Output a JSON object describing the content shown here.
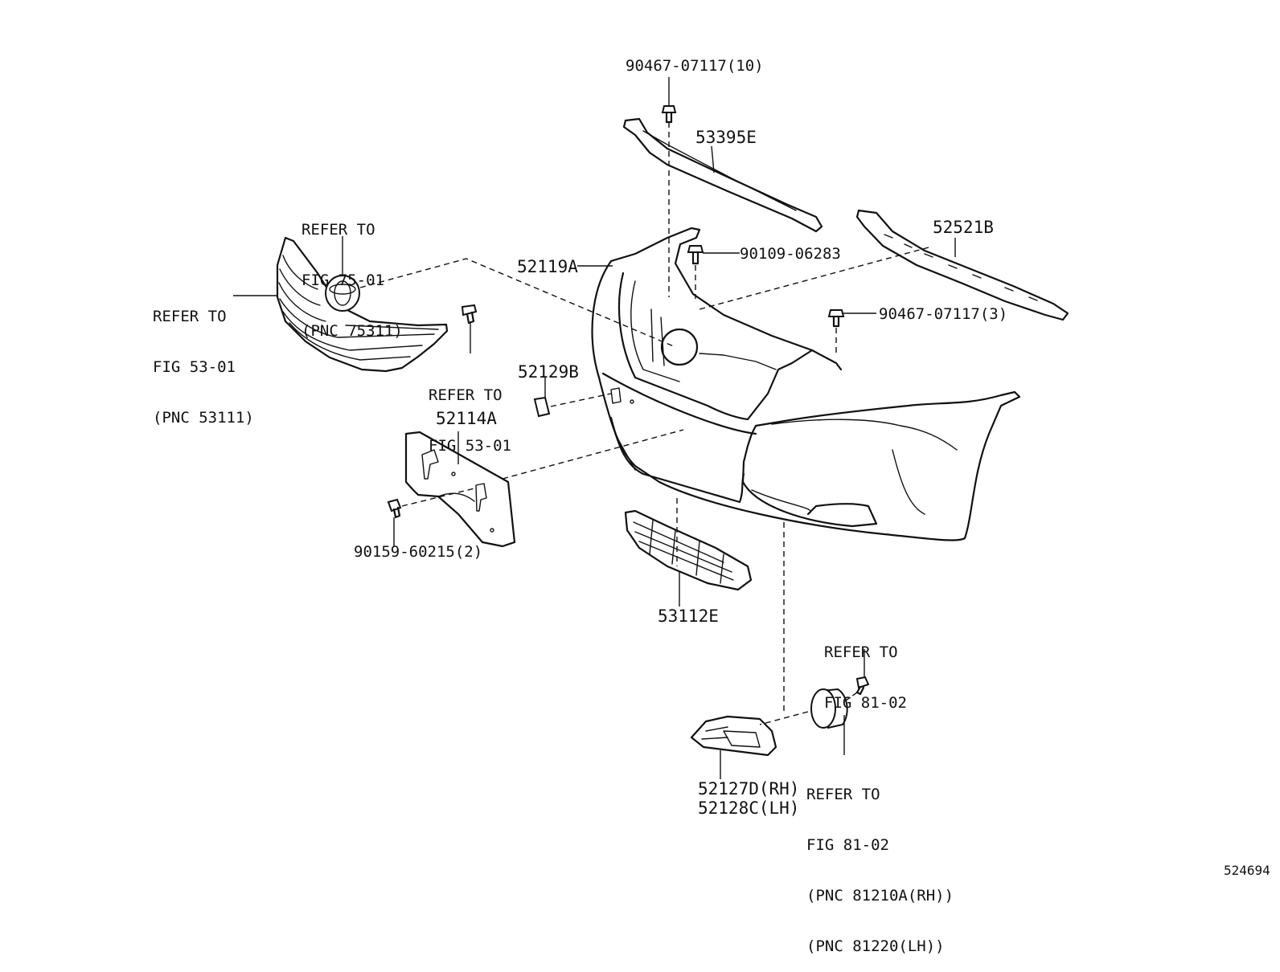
{
  "diagram": {
    "figure_number": "524694",
    "labels": {
      "clip_top": "90467-07117(10)",
      "retainer_upper": "53395E",
      "retainer_right": "52521B",
      "bumper_cover": "52119A",
      "screw_upper": "90109-06283",
      "clip_side": "90467-07117(3)",
      "plug_cap": "52129B",
      "license_bracket": "52114A",
      "bolt_license": "90159-60215(2)",
      "lower_grille": "53112E",
      "fog_cover_rh": "52127D(RH)",
      "fog_cover_lh": "52128C(LH)"
    },
    "refer_notes": {
      "emblem": [
        "REFER TO",
        "FIG 75-01",
        "(PNC 75311)"
      ],
      "grille": [
        "REFER TO",
        "FIG 53-01",
        "(PNC 53111)"
      ],
      "grille_clip": [
        "REFER TO",
        "FIG 53-01"
      ],
      "fog_bulb": [
        "REFER TO",
        "FIG 81-02"
      ],
      "fog_lamp": [
        "REFER TO",
        "FIG 81-02",
        "(PNC 81210A(RH))",
        "(PNC 81220(LH))"
      ]
    }
  }
}
